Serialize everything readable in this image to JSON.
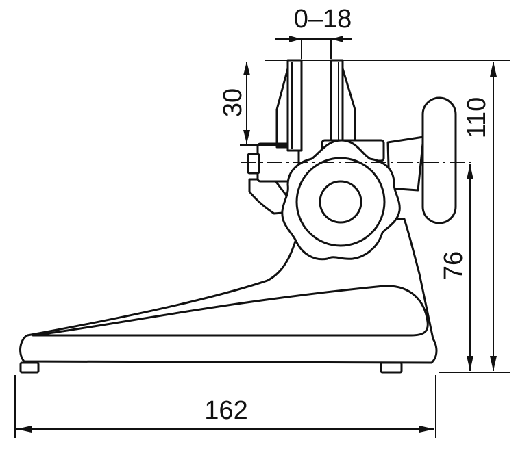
{
  "dimensions": {
    "gap_range": "0–18",
    "jaw_height": "30",
    "overall_height": "110",
    "center_height": "76",
    "base_length": "162"
  },
  "colors": {
    "ink": "#111111",
    "background": "#ffffff"
  }
}
